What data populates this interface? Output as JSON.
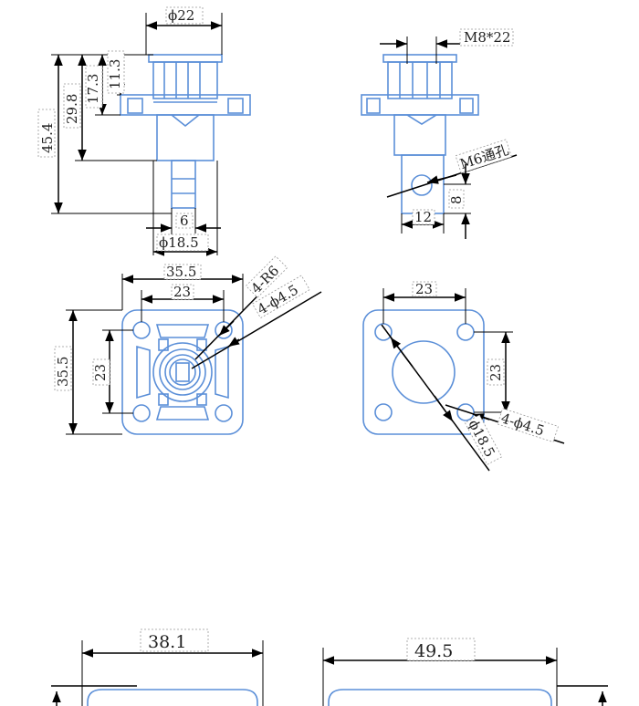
{
  "dims": {
    "top_diameter": "ϕ22",
    "thread_spec": "M8*22",
    "total_height": "45.4",
    "flange_height": "29.8",
    "cap_height": "17.3",
    "top_height": "11.3",
    "pin_width": "6",
    "base_diameter": "ϕ18.5",
    "hole_label": "M6通孔",
    "side_height": "8",
    "side_width": "12",
    "flange_width": "35.5",
    "hole_spacing_top": "23",
    "corner_radius": "4-R6",
    "mount_holes": "4-ϕ4.5",
    "flange_height_left": "35.5",
    "hole_spacing_left": "23",
    "rear_hole_spacing_top": "23",
    "rear_hole_spacing_right": "23",
    "rear_mount_holes": "4-ϕ4.5",
    "rear_center_diameter": "ϕ18.5",
    "bottom_left_width": "38.1",
    "bottom_right_width": "49.5"
  },
  "colors": {
    "part": "#5b8fd8",
    "dimension": "#000000"
  }
}
